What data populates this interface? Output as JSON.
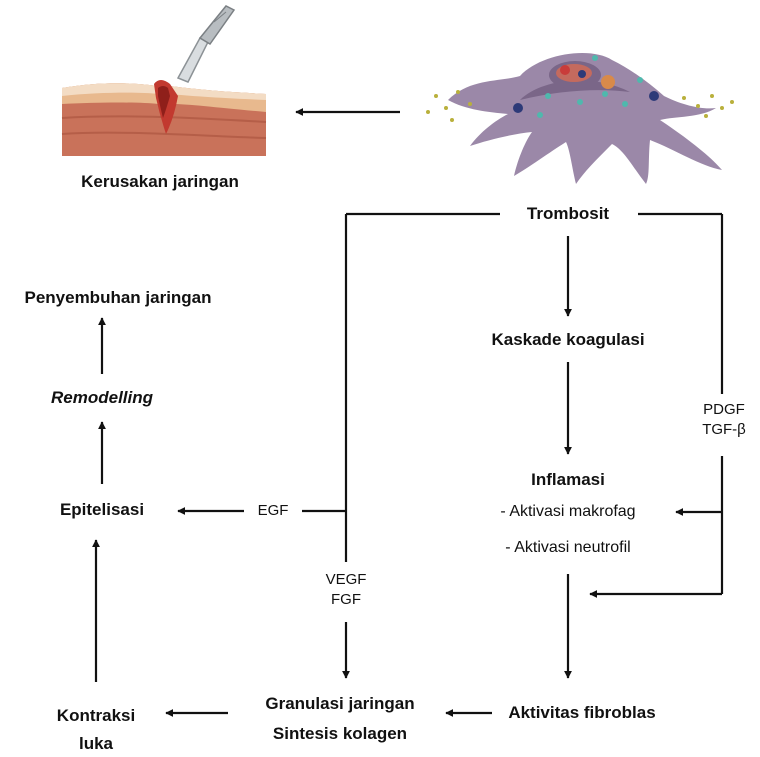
{
  "nodes": {
    "kerusakan": "Kerusakan jaringan",
    "trombosit": "Trombosit",
    "kaskade": "Kaskade koagulasi",
    "inflamasi": "Inflamasi",
    "inflamasi_item1": "- Aktivasi makrofag",
    "inflamasi_item2": "- Aktivasi neutrofil",
    "fibroblas": "Aktivitas fibroblas",
    "granulasi_line1": "Granulasi jaringan",
    "granulasi_line2": "Sintesis kolagen",
    "kontraksi_line1": "Kontraksi",
    "kontraksi_line2": "luka",
    "epitelisasi": "Epitelisasi",
    "remodelling": "Remodelling",
    "penyembuhan": "Penyembuhan jaringan"
  },
  "factors": {
    "pdgf": "PDGF",
    "tgf": "TGF-β",
    "egf": "EGF",
    "vegf": "VEGF",
    "fgf": "FGF"
  },
  "colors": {
    "line": "#111111",
    "skin_top": "#f3dcc4",
    "skin_mid": "#e8b98e",
    "skin_low": "#c9725a",
    "wound": "#c2392f",
    "platelet": "#9b88a8",
    "platelet_shade": "#7a6688",
    "granule_teal": "#4fb8ad",
    "granule_dark": "#2d3a78",
    "particle": "#b9b03c"
  },
  "icons": [
    "scalpel-icon",
    "skin-wound-illustration",
    "platelet-illustration"
  ]
}
